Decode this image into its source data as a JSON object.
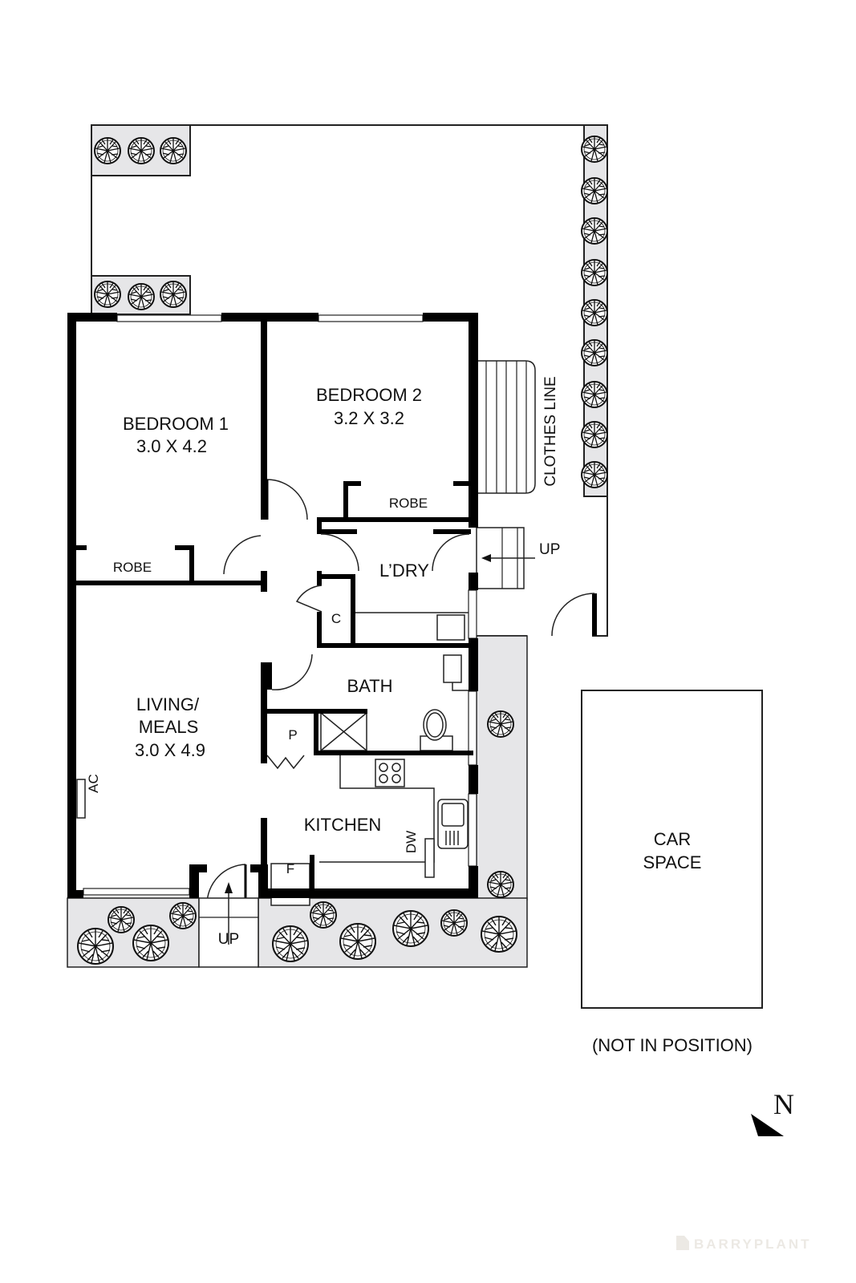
{
  "plan": {
    "rooms": [
      {
        "id": "bedroom1",
        "name": "BEDROOM 1",
        "size": "3.0 X 4.2"
      },
      {
        "id": "bedroom2",
        "name": "BEDROOM 2",
        "size": "3.2 X 3.2"
      },
      {
        "id": "living",
        "name": "LIVING/",
        "name2": "MEALS",
        "size": "3.0 X 4.9"
      },
      {
        "id": "laundry",
        "name": "L’DRY"
      },
      {
        "id": "bath",
        "name": "BATH"
      },
      {
        "id": "kitchen",
        "name": "KITCHEN"
      },
      {
        "id": "robe1",
        "name": "ROBE"
      },
      {
        "id": "robe2",
        "name": "ROBE"
      },
      {
        "id": "cupboard",
        "name": "C"
      },
      {
        "id": "pantry",
        "name": "P"
      },
      {
        "id": "fridge",
        "name": "F"
      },
      {
        "id": "dishwasher",
        "name": "DW"
      },
      {
        "id": "aircon",
        "name": "AC"
      }
    ],
    "labels": {
      "clothes_line": "CLOTHES LINE",
      "stairs_front": "UP",
      "stairs_rear": "UP",
      "car_space_1": "CAR",
      "car_space_2": "SPACE",
      "car_note": "(NOT IN POSITION)",
      "north": "N"
    },
    "watermark": "BARRYPLANT",
    "colors": {
      "wall": "#000000",
      "garden": "#e6e6e8",
      "line": "#222222",
      "watermark": "#ece9e4"
    }
  }
}
